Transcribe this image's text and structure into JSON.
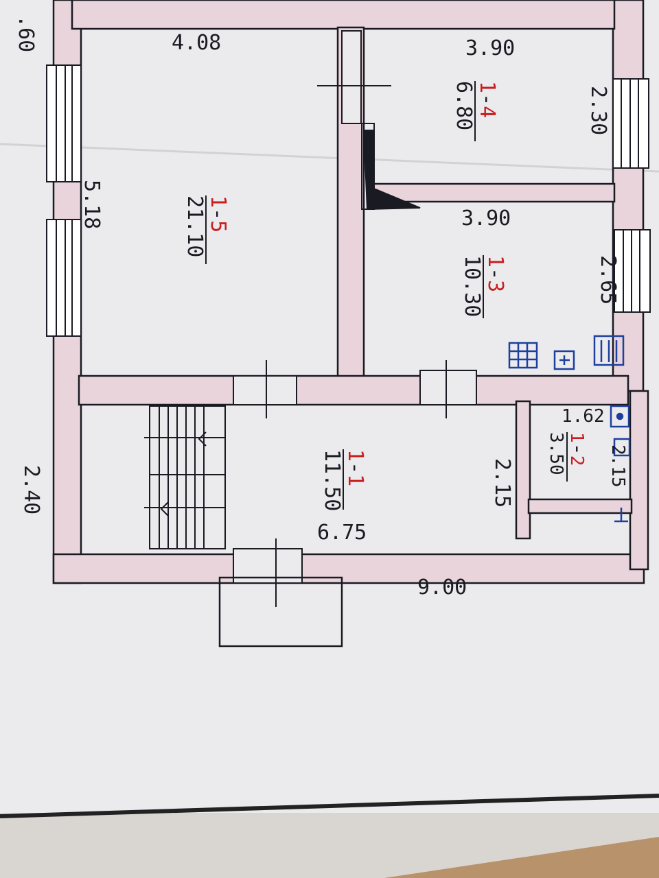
{
  "plan": {
    "dimensions": {
      "top_left_partial": ".60",
      "room5_width": "4.08",
      "room4_width_top": "3.90",
      "room4_depth": "2.30",
      "room5_depth": "5.18",
      "room3_width": "3.90",
      "room3_depth": "2.65",
      "bath_width": "1.62",
      "bath_depth_right": "2.15",
      "bath_depth_left": "2.15",
      "hall_width": "6.75",
      "left_side": "2.40",
      "bottom_total": "9.00"
    },
    "rooms": [
      {
        "id": "room-1-1",
        "prefix": "1",
        "suffix": "1",
        "area": "11.50"
      },
      {
        "id": "room-1-2",
        "prefix": "1",
        "suffix": "2",
        "area": "3.50"
      },
      {
        "id": "room-1-3",
        "prefix": "1",
        "suffix": "3",
        "area": "10.30"
      },
      {
        "id": "room-1-4",
        "prefix": "1",
        "suffix": "4",
        "area": "6.80"
      },
      {
        "id": "room-1-5",
        "prefix": "1",
        "suffix": "5",
        "area": "21.10"
      }
    ],
    "colors": {
      "paper": "#ebebee",
      "wall_fill": "#e8d4da",
      "ink": "#1a1a22",
      "red_ink": "#c81e1e",
      "blue_ink": "#1d3f9e"
    }
  }
}
